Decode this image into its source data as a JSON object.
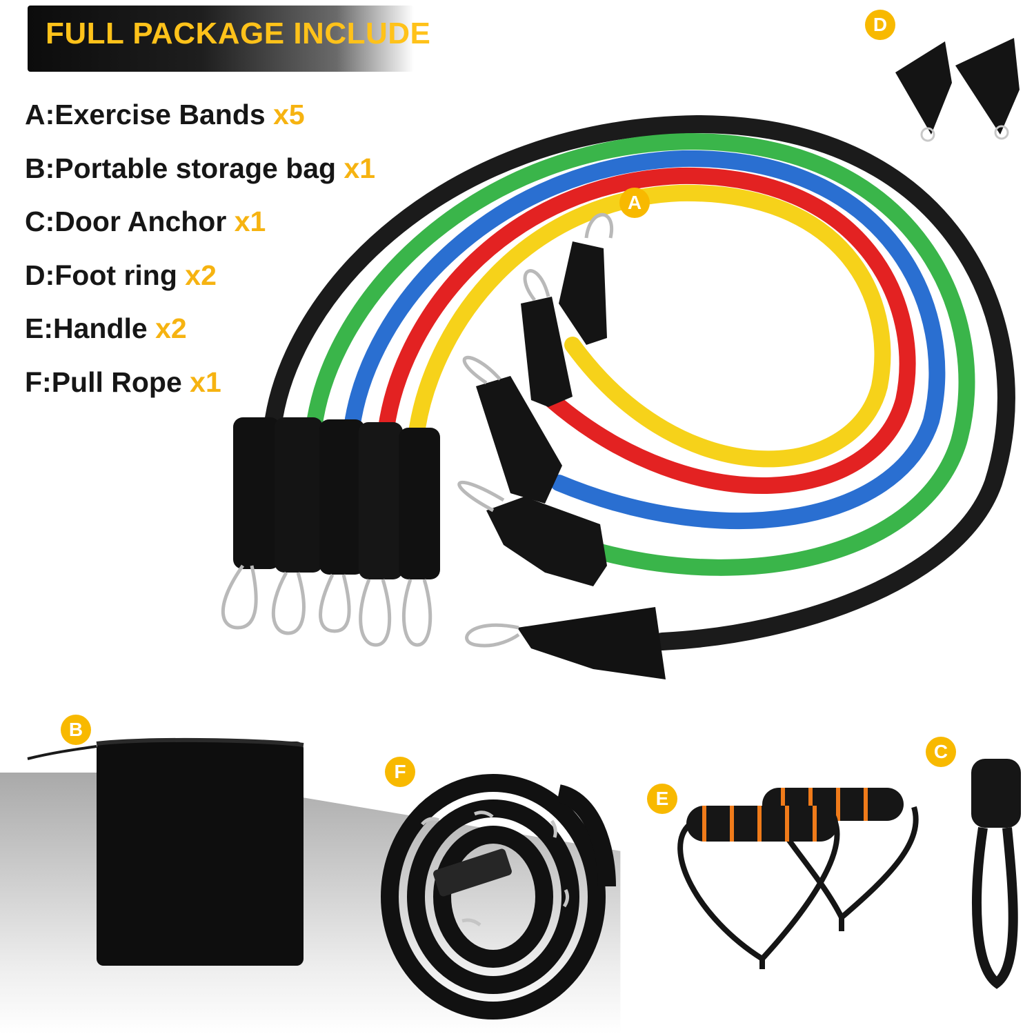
{
  "header": {
    "title": "FULL PACKAGE INCLUDE"
  },
  "items": [
    {
      "label": "A:Exercise Bands",
      "qty": "x5"
    },
    {
      "label": "B:Portable storage bag",
      "qty": "x1"
    },
    {
      "label": "C:Door Anchor",
      "qty": "x1"
    },
    {
      "label": "D:Foot ring",
      "qty": "x2"
    },
    {
      "label": "E:Handle",
      "qty": "x2"
    },
    {
      "label": "F:Pull Rope",
      "qty": "x1"
    }
  ],
  "badges": {
    "a": "A",
    "b": "B",
    "c": "C",
    "d": "D",
    "e": "E",
    "f": "F"
  },
  "colors": {
    "accent": "#f8b900",
    "band_black": "#1b1b1b",
    "band_green": "#3ab54a",
    "band_blue": "#2a6fd1",
    "band_red": "#e32222",
    "band_yellow": "#f6d21a",
    "foam_orange": "#f07b1a"
  }
}
